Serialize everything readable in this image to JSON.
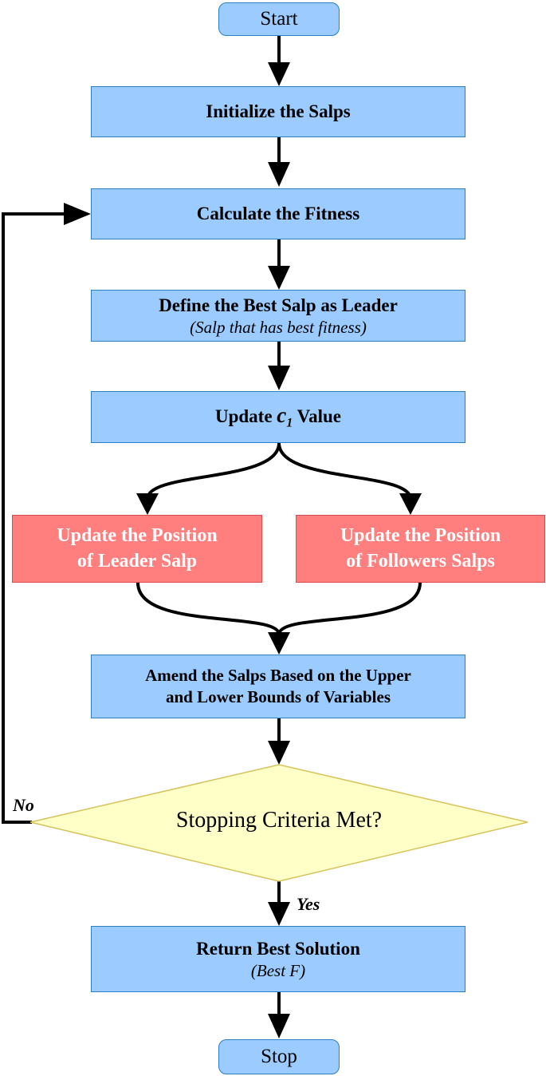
{
  "nodes": {
    "start": "Start",
    "init": "Initialize the Salps",
    "fitness": "Calculate the Fitness",
    "leader_title": "Define the Best Salp as Leader",
    "leader_sub": "(Salp that has best fitness)",
    "c1_prefix": "Update",
    "c1_var": "c",
    "c1_subscript": "1",
    "c1_suffix": "Value",
    "leader_pos_line1": "Update the Position",
    "leader_pos_line2": "of Leader Salp",
    "follower_pos_line1": "Update the Position",
    "follower_pos_line2": "of Followers Salps",
    "amend_line1": "Amend the Salps Based on the Upper",
    "amend_line2": "and Lower Bounds of Variables",
    "decision": "Stopping Criteria Met?",
    "return_title": "Return Best Solution",
    "return_sub": "(Best F)",
    "stop": "Stop"
  },
  "labels": {
    "no": "No",
    "yes": "Yes"
  },
  "colors": {
    "process_fill": "#9bcbff",
    "process_border": "#2b7fc4",
    "update_fill": "#ff7f7f",
    "decision_fill": "#ffffc8",
    "decision_border": "#d6c25a"
  }
}
